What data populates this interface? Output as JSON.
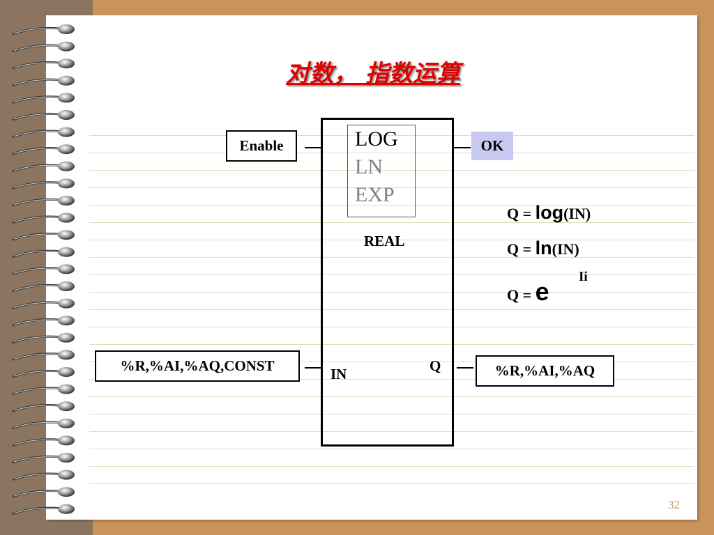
{
  "slide": {
    "title": "对数， 指数运算",
    "page_number": "32"
  },
  "diagram": {
    "enable_label": "Enable",
    "ok_label": "OK",
    "input_label": "%R,%AI,%AQ,CONST",
    "output_label": "%R,%AI,%AQ",
    "in_pin": "IN",
    "q_pin": "Q",
    "type_label": "REAL",
    "functions": [
      "LOG",
      "LN",
      "EXP"
    ]
  },
  "formulas": [
    {
      "prefix": "Q = ",
      "fn": "log",
      "arg": "(IN)"
    },
    {
      "prefix": "Q = ",
      "fn": "ln",
      "arg": "(IN)"
    },
    {
      "prefix": "Q = ",
      "fn": "e",
      "arg": ""
    }
  ],
  "exp_superscript": "Ii",
  "colors": {
    "background": "#c8935c",
    "binding": "#8c7560",
    "title": "#e00000",
    "ok_fill": "#c8c8f0"
  }
}
